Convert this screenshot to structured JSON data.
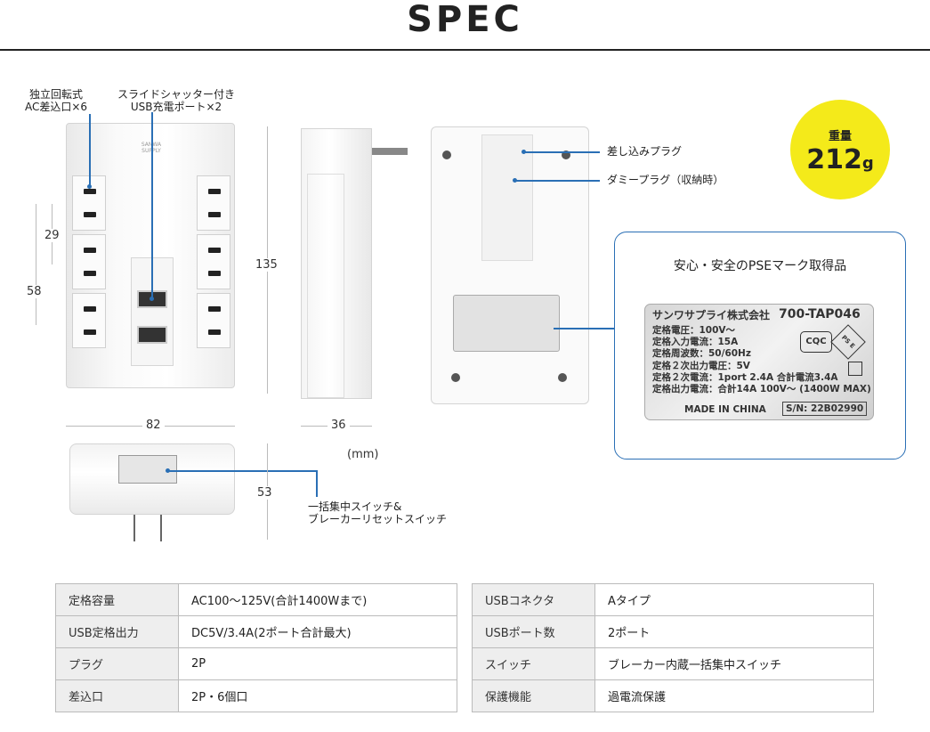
{
  "title": "SPEC",
  "labels": {
    "outlet_note": "独立回転式\nAC差込口×6",
    "usb_note": "スライドシャッター付き\nUSB充電ポート×2",
    "plug": "差し込みプラグ",
    "dummy_plug": "ダミープラグ（収納時）",
    "switch_note": "一括集中スイッチ&\nブレーカーリセットスイッチ",
    "unit": "(mm)",
    "brand": "SANWA SUPPLY"
  },
  "dimensions": {
    "d29": "29",
    "d58": "58",
    "d135": "135",
    "d82": "82",
    "d36": "36",
    "d53": "53"
  },
  "weight": {
    "label": "重量",
    "value": "212",
    "unit": "g"
  },
  "pse": {
    "heading": "安心・安全のPSEマーク取得品",
    "company": "サンワサプライ株式会社",
    "model": "700-TAP046",
    "lines": [
      "定格電圧：100V〜",
      "定格入力電流：15A",
      "定格周波数：50/60Hz",
      "定格２次出力電圧：5V",
      "定格２次電流：1port 2.4A  合計電流3.4A",
      "定格出力電流：合計14A 100V〜 (1400W MAX)"
    ],
    "made_in": "MADE IN CHINA",
    "serial": "S/N: 22B02990",
    "cqc": "CQC",
    "pse_mark": "PS E"
  },
  "spec_left": [
    {
      "key": "定格容量",
      "value": "AC100〜125V(合計1400Wまで)"
    },
    {
      "key": "USB定格出力",
      "value": "DC5V/3.4A(2ポート合計最大)"
    },
    {
      "key": "プラグ",
      "value": "2P"
    },
    {
      "key": "差込口",
      "value": "2P・6個口"
    }
  ],
  "spec_right": [
    {
      "key": "USBコネクタ",
      "value": "Aタイプ"
    },
    {
      "key": "USBポート数",
      "value": "2ポート"
    },
    {
      "key": "スイッチ",
      "value": "ブレーカー内蔵一括集中スイッチ"
    },
    {
      "key": "保護機能",
      "value": "過電流保護"
    }
  ]
}
